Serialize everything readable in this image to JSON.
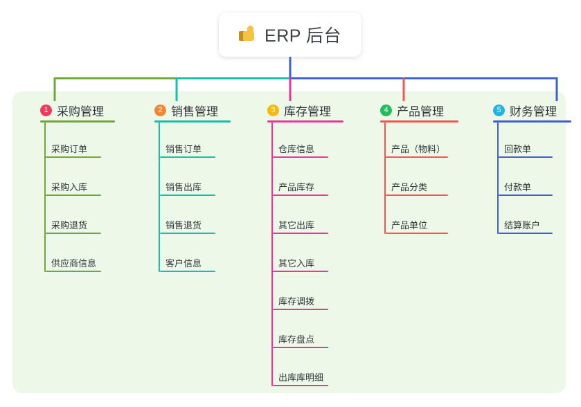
{
  "diagram": {
    "type": "mindmap",
    "root": {
      "icon": "thumbs-up-icon",
      "emoji": "👍",
      "title": "ERP 后台"
    },
    "panel_color": "#eef8e9",
    "branches": [
      {
        "index": "1",
        "title": "采购管理",
        "badge_color": "#ef3b5b",
        "line_color": "#6fa83a",
        "children": [
          "采购订单",
          "采购入库",
          "采购退货",
          "供应商信息"
        ]
      },
      {
        "index": "2",
        "title": "销售管理",
        "badge_color": "#f58634",
        "line_color": "#15c0ab",
        "children": [
          "销售订单",
          "销售出库",
          "销售退货",
          "客户信息"
        ]
      },
      {
        "index": "3",
        "title": "库存管理",
        "badge_color": "#f5b912",
        "line_color": "#e8379b",
        "children": [
          "仓库信息",
          "产品库存",
          "其它出库",
          "其它入库",
          "库存调拨",
          "库存盘点",
          "出库库明细"
        ]
      },
      {
        "index": "4",
        "title": "产品管理",
        "badge_color": "#21bf5b",
        "line_color": "#f4554f",
        "children": [
          "产品（物料）",
          "产品分类",
          "产品单位"
        ]
      },
      {
        "index": "5",
        "title": "财务管理",
        "badge_color": "#1fb5e8",
        "line_color": "#3f5fd1",
        "children": [
          "回款单",
          "付款单",
          "结算账户"
        ]
      }
    ]
  }
}
